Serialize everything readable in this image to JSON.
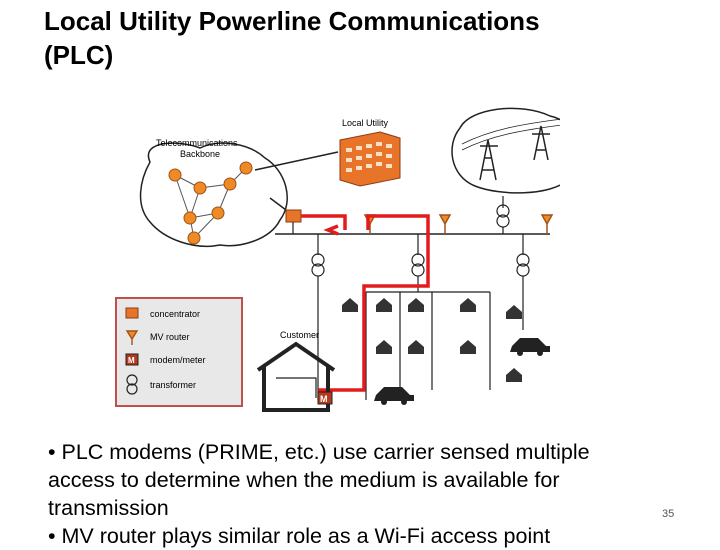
{
  "slide": {
    "title_line1": "Local Utility Powerline Communications",
    "title_line2": "(PLC)",
    "page_number": "35"
  },
  "diagram": {
    "telecom_label_line1": "Telecommunications",
    "telecom_label_line2": "Backbone",
    "local_utility_label": "Local Utility",
    "customer_label": "Customer",
    "meter_letter": "M",
    "legend": [
      {
        "icon": "concentrator-icon",
        "label": "concentrator"
      },
      {
        "icon": "mv-router-icon",
        "label": "MV router"
      },
      {
        "icon": "modem-meter-icon",
        "label": "modem/meter"
      },
      {
        "icon": "transformer-icon",
        "label": "transformer"
      }
    ],
    "colors": {
      "node_orange": "#f08a24",
      "path_red": "#e31b1b",
      "legend_bg": "#e8e8e8",
      "legend_border": "#c0504d"
    }
  },
  "bullets": [
    "• PLC modems (PRIME, etc.) use carrier sensed multiple access to determine when the medium is available for transmission",
    "• MV router plays similar role as a Wi-Fi access point"
  ]
}
